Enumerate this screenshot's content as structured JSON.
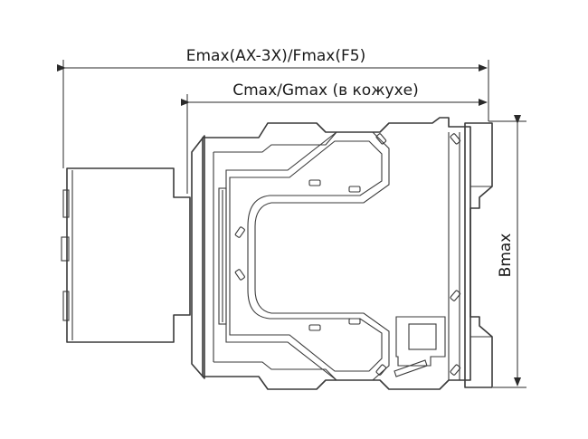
{
  "labels": {
    "emax": "Emax(AX-3X)/Fmax(F5)",
    "cmax": "Cmax/Gmax (в кожухе)",
    "bmax": "Bmax"
  },
  "colors": {
    "body_top": "#f4f8fd",
    "body_bottom": "#a9d0f2",
    "stroke": "#3a3a3a",
    "dimension": "#2a2a2a"
  }
}
